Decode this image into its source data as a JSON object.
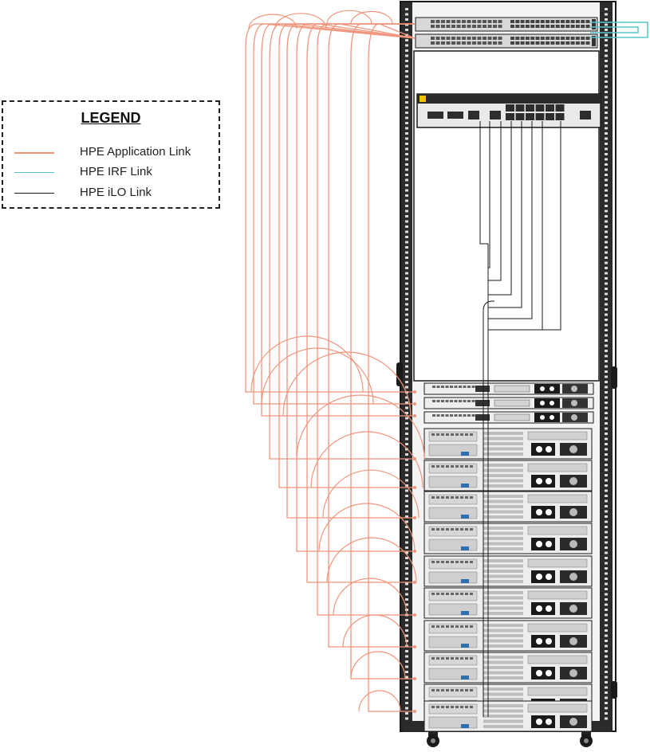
{
  "legend": {
    "title": "LEGEND",
    "items": [
      {
        "label": "HPE Application Link",
        "color": "#f0957c",
        "kind": "application"
      },
      {
        "label": "HPE IRF Link",
        "color": "#56c5c7",
        "kind": "irf"
      },
      {
        "label": "HPE iLO Link",
        "color": "#1a1a1a",
        "kind": "ilo"
      }
    ]
  },
  "rack": {
    "top_switches": 2,
    "small_servers": 3,
    "large_servers": 10
  }
}
